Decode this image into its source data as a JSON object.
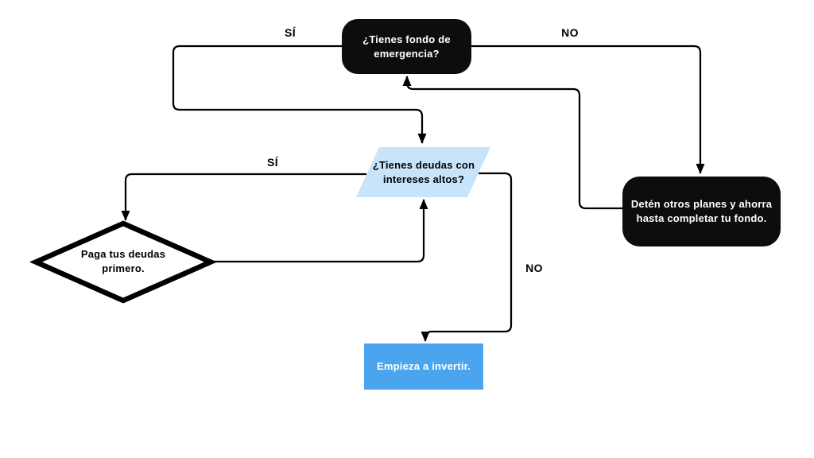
{
  "diagram": {
    "type": "flowchart",
    "language": "es",
    "nodes": [
      {
        "id": "emergency-fund-question",
        "shape": "rounded-rectangle-dark",
        "text": "¿Tienes fondo de emergencia?"
      },
      {
        "id": "high-interest-debts-question",
        "shape": "parallelogram-light-blue",
        "text": "¿Tienes deudas con intereses altos?"
      },
      {
        "id": "pay-debts-first",
        "shape": "diamond-outline",
        "text": "Paga tus deudas primero."
      },
      {
        "id": "stop-plans-and-save",
        "shape": "rounded-rectangle-dark",
        "text": "Detén otros planes y ahorra hasta completar tu fondo."
      },
      {
        "id": "start-investing",
        "shape": "rectangle-blue",
        "text": "Empieza a invertir."
      }
    ],
    "edge_labels": [
      {
        "id": "si-top",
        "text": "SÍ"
      },
      {
        "id": "no-top",
        "text": "NO"
      },
      {
        "id": "si-middle",
        "text": "SÍ"
      },
      {
        "id": "no-middle",
        "text": "NO"
      }
    ],
    "edges": [
      {
        "from": "emergency-fund-question",
        "label": "SÍ",
        "to": "high-interest-debts-question"
      },
      {
        "from": "emergency-fund-question",
        "label": "NO",
        "to": "stop-plans-and-save"
      },
      {
        "from": "stop-plans-and-save",
        "label": "",
        "to": "emergency-fund-question"
      },
      {
        "from": "high-interest-debts-question",
        "label": "SÍ",
        "to": "pay-debts-first"
      },
      {
        "from": "pay-debts-first",
        "label": "",
        "to": "high-interest-debts-question"
      },
      {
        "from": "high-interest-debts-question",
        "label": "NO",
        "to": "start-investing"
      }
    ]
  },
  "colors": {
    "node_dark": "#0d0d0d",
    "node_blue": "#4aa4ee",
    "node_light_blue": "#c8e4fa",
    "line": "#000000",
    "text_light": "#ffffff",
    "text_dark": "#000000",
    "bg": "#ffffff"
  }
}
